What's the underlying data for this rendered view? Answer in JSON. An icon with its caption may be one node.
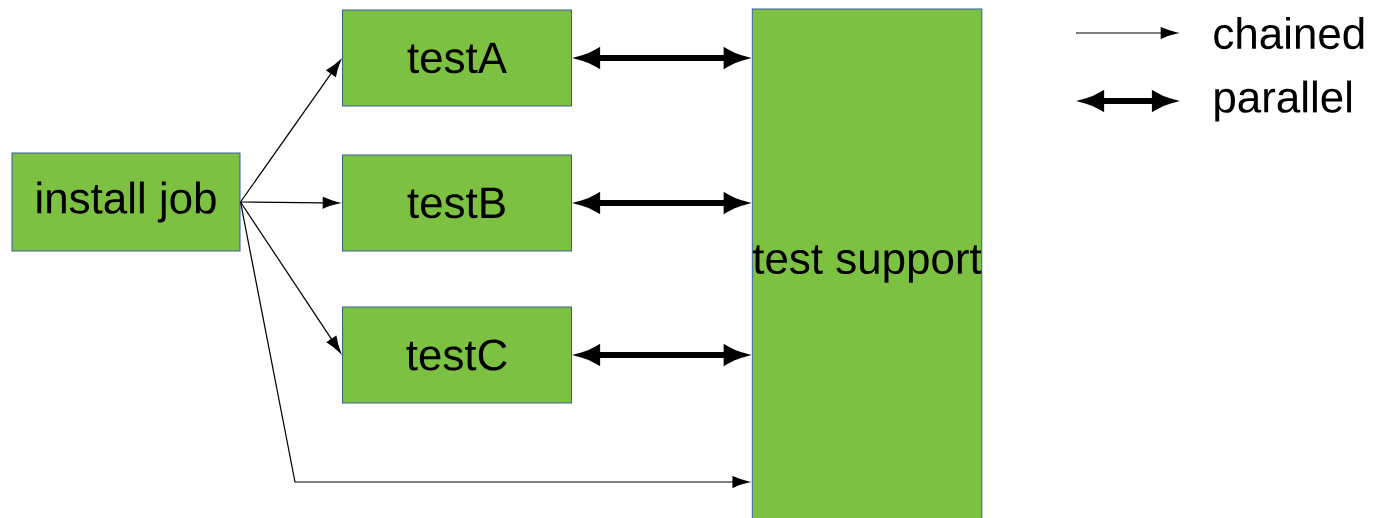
{
  "diagram": {
    "nodes": [
      {
        "text": [
          "install job"
        ]
      },
      {
        "text": [
          "testA"
        ]
      },
      {
        "text": [
          "testB"
        ]
      },
      {
        "text": [
          "testC"
        ]
      },
      {
        "text": [
          "test support"
        ]
      }
    ],
    "edges": [
      {
        "from": 0,
        "to": 1,
        "arrow": "to"
      },
      {
        "from": 0,
        "to": 2,
        "arrow": "to"
      },
      {
        "from": 0,
        "to": 3,
        "arrow": "to"
      },
      {
        "from": 0,
        "to": 4,
        "arrow": "to"
      },
      {
        "from": 1,
        "to": 4,
        "arrow": "both",
        "style": "thick"
      },
      {
        "from": 2,
        "to": 4,
        "arrow": "both",
        "style": "thick"
      },
      {
        "from": 3,
        "to": 4,
        "arrow": "both",
        "style": "thick"
      }
    ],
    "legend": [
      {
        "text": "chained"
      },
      {
        "text": "parallel"
      }
    ]
  }
}
